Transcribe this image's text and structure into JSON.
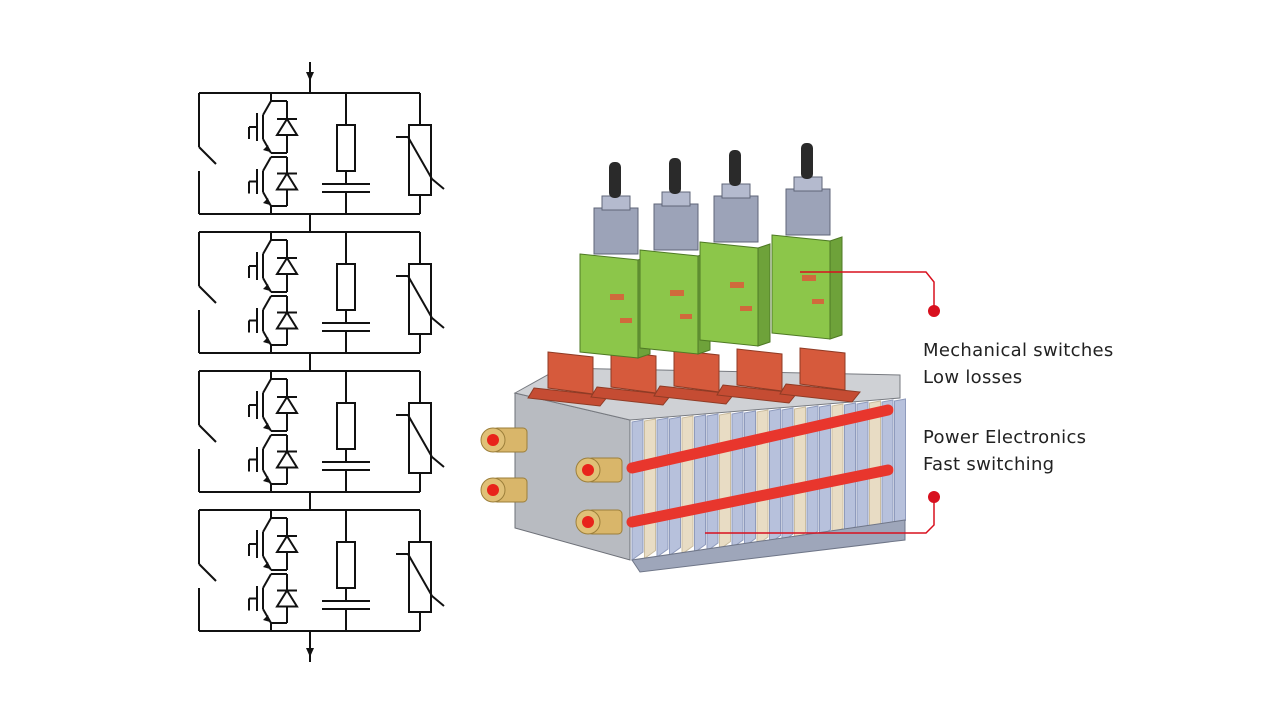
{
  "labels": {
    "mechanical": {
      "line1": "Mechanical switches",
      "line2": "Low losses"
    },
    "power_electronics": {
      "line1": "Power Electronics",
      "line2": "Fast switching"
    }
  },
  "colors": {
    "line": "#111111",
    "accent": "#d8101e",
    "pcb_green": "#8cc64a",
    "copper": "#d65a3c",
    "steel": "#a9acb2",
    "slab_blue": "#b7c1dc",
    "slab_beige": "#e8dcc4",
    "brass": "#d9b66a"
  },
  "diagram": {
    "module_count": 4,
    "module_count_right": 4
  }
}
